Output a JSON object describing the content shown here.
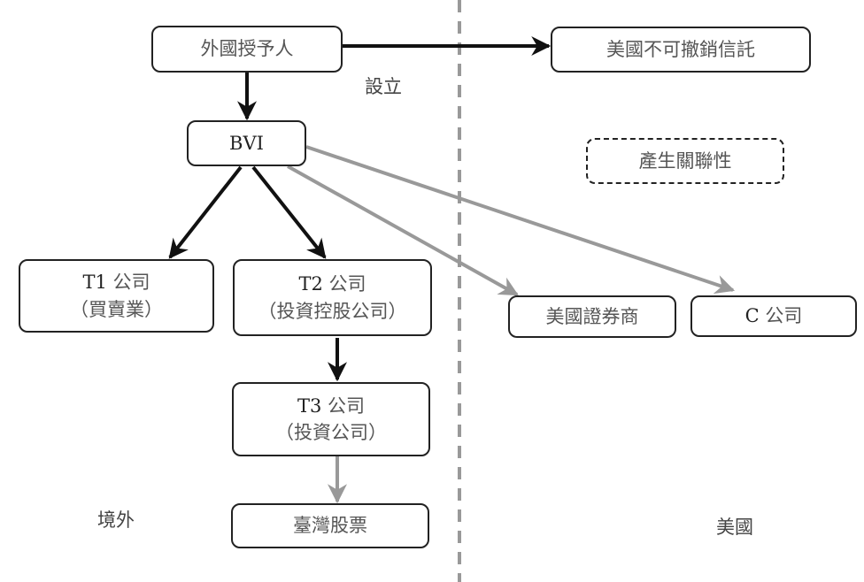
{
  "nodes": {
    "grantor": {
      "label": "外國授予人"
    },
    "trust": {
      "label": "美國不可撤銷信託"
    },
    "bvi": {
      "label": "BVI"
    },
    "relation": {
      "label": "產生關聯性"
    },
    "t1": {
      "line1_latin": "T1",
      "line1_cjk": "公司",
      "line2": "（買賣業）"
    },
    "t2": {
      "line1_latin": "T2",
      "line1_cjk": "公司",
      "line2": "（投資控股公司）"
    },
    "t3": {
      "line1_latin": "T3",
      "line1_cjk": "公司",
      "line2": "（投資公司）"
    },
    "us_broker": {
      "label": "美國證券商"
    },
    "c_company": {
      "line1_latin": "C",
      "line1_cjk": "公司"
    },
    "tw_stock": {
      "label": "臺灣股票"
    }
  },
  "labels": {
    "establish": "設立",
    "offshore": "境外",
    "usa": "美國"
  },
  "edges": [
    {
      "from": "grantor",
      "to": "trust",
      "style": "solid-black"
    },
    {
      "from": "grantor",
      "to": "bvi",
      "style": "solid-black"
    },
    {
      "from": "bvi",
      "to": "t1",
      "style": "solid-black"
    },
    {
      "from": "bvi",
      "to": "t2",
      "style": "solid-black"
    },
    {
      "from": "t2",
      "to": "t3",
      "style": "solid-black"
    },
    {
      "from": "t3",
      "to": "tw_stock",
      "style": "gray"
    },
    {
      "from": "bvi",
      "to": "us_broker",
      "style": "gray"
    },
    {
      "from": "bvi",
      "to": "c_company",
      "style": "gray"
    }
  ],
  "colors": {
    "black_edge": "#111111",
    "gray_edge": "#999999",
    "divider": "#999999"
  }
}
